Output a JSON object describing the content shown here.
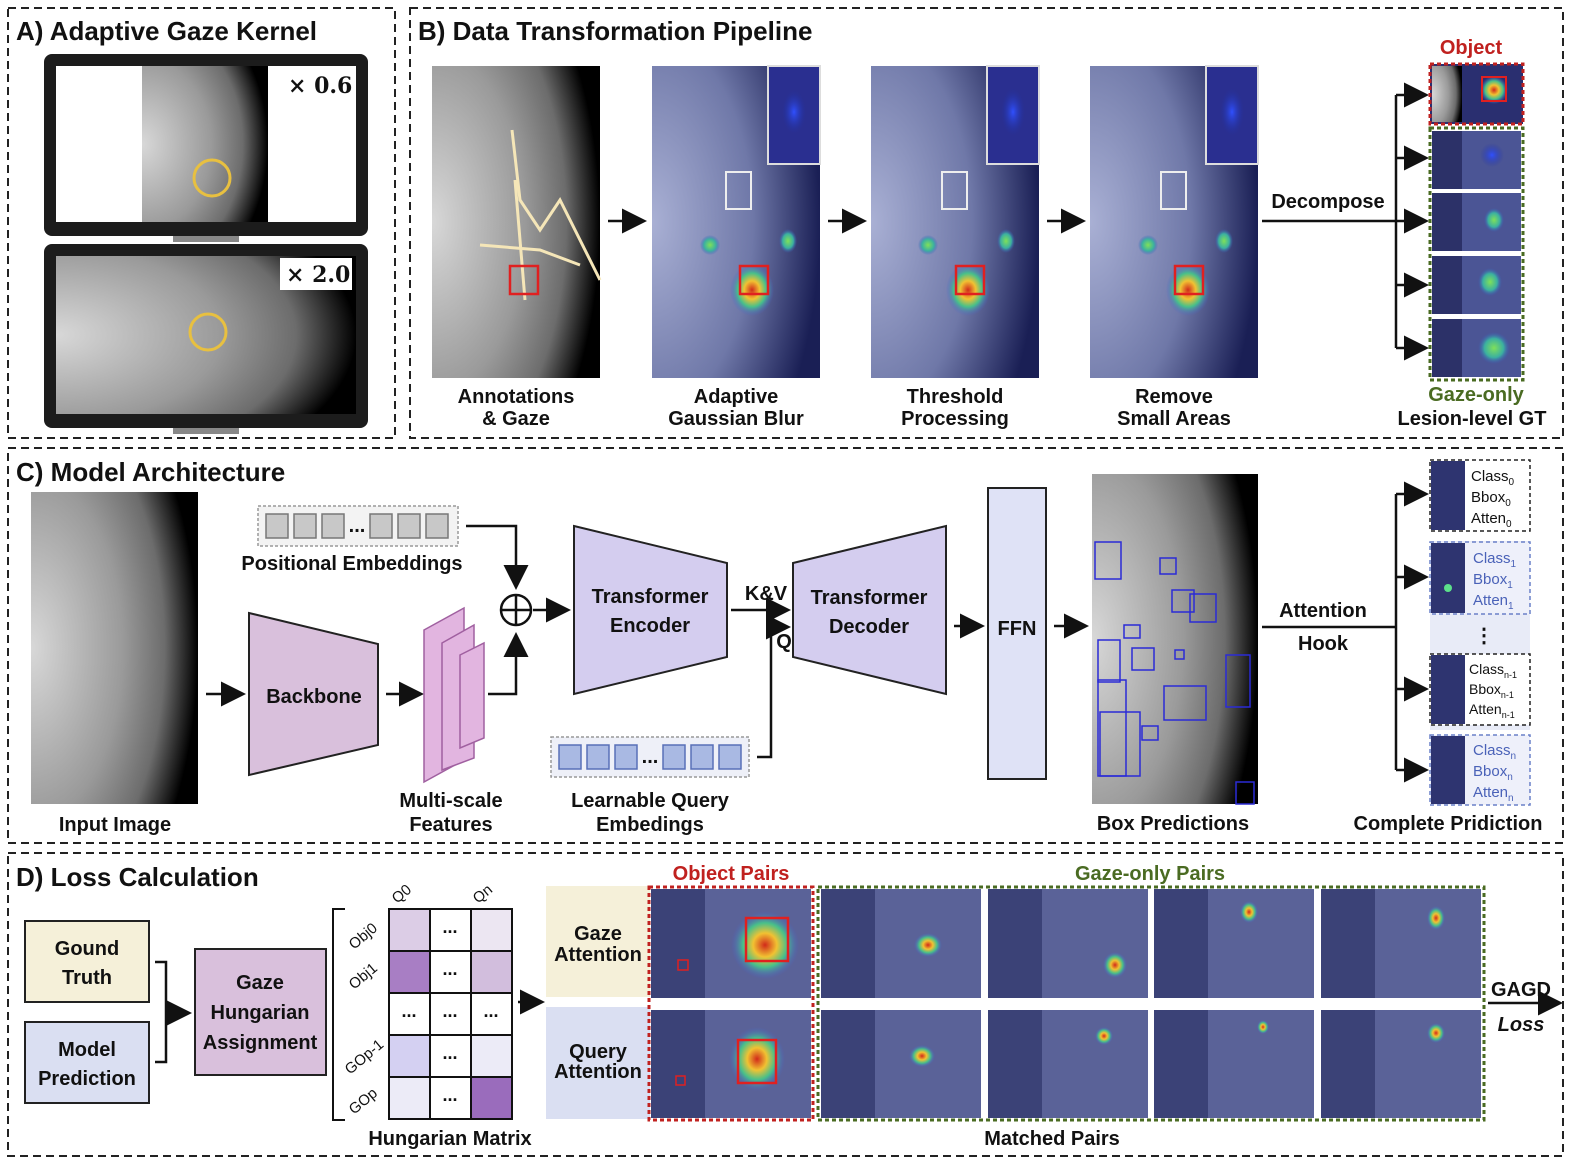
{
  "panels": {
    "a": {
      "title": "A) Adaptive Gaze Kernel",
      "scale_top": "× 0.6",
      "scale_bottom": "× 2.0"
    },
    "b": {
      "title": "B) Data Transformation Pipeline",
      "steps": [
        {
          "line1": "Annotations",
          "line2": "& Gaze"
        },
        {
          "line1": "Adaptive",
          "line2": "Gaussian Blur"
        },
        {
          "line1": "Threshold",
          "line2": "Processing"
        },
        {
          "line1": "Remove",
          "line2": "Small Areas"
        }
      ],
      "decompose": "Decompose",
      "object_label": "Object",
      "gaze_only_label": "Gaze-only",
      "lesion_gt": "Lesion-level GT"
    },
    "c": {
      "title": "C) Model Architecture",
      "input_image": "Input Image",
      "backbone": "Backbone",
      "multiscale_1": "Multi-scale",
      "multiscale_2": "Features",
      "positional": "Positional Embeddings",
      "encoder_1": "Transformer",
      "encoder_2": "Encoder",
      "decoder_1": "Transformer",
      "decoder_2": "Decoder",
      "kv": "K&V",
      "q": "Q",
      "ffn": "FFN",
      "learnable_1": "Learnable Query",
      "learnable_2": "Embedings",
      "box_predictions": "Box Predictions",
      "attention": "Attention",
      "hook": "Hook",
      "complete": "Complete Pridiction",
      "preds": [
        {
          "class": "Class",
          "bbox": "Bbox",
          "atten": "Atten",
          "sub": "0"
        },
        {
          "class": "Class",
          "bbox": "Bbox",
          "atten": "Atten",
          "sub": "1"
        },
        {
          "class": "Class",
          "bbox": "Bbox",
          "atten": "Atten",
          "sub": "n-1"
        },
        {
          "class": "Class",
          "bbox": "Bbox",
          "atten": "Atten",
          "sub": "n"
        }
      ],
      "ellipsis": "...",
      "vdots": "⋮"
    },
    "d": {
      "title": "D) Loss Calculation",
      "gt_1": "Gound",
      "gt_2": "Truth",
      "mp_1": "Model",
      "mp_2": "Prediction",
      "gha_1": "Gaze",
      "gha_2": "Hungarian",
      "gha_3": "Assignment",
      "matrix_label": "Hungarian Matrix",
      "col_q0": "Q0",
      "col_qn": "Qn",
      "rows": [
        "Obj0",
        "Obj1",
        "",
        "GOp-1",
        "GOp"
      ],
      "dots": "...",
      "gaze_attention_1": "Gaze",
      "gaze_attention_2": "Attention",
      "query_attention_1": "Query",
      "query_attention_2": "Attention",
      "object_pairs": "Object Pairs",
      "gaze_only_pairs": "Gaze-only Pairs",
      "matched_pairs": "Matched Pairs",
      "gagd": "GAGD",
      "loss": "Loss"
    }
  },
  "colors": {
    "object_red": "#c0211f",
    "gaze_green": "#4a6b22",
    "purple_box": "#d9c0dc",
    "lavender": "#d4cdef",
    "ffn": "#dfe2f6",
    "gt_fill": "#f5f0d9",
    "mp_fill": "#dadff2",
    "query_blue": "#a9b9e3"
  }
}
